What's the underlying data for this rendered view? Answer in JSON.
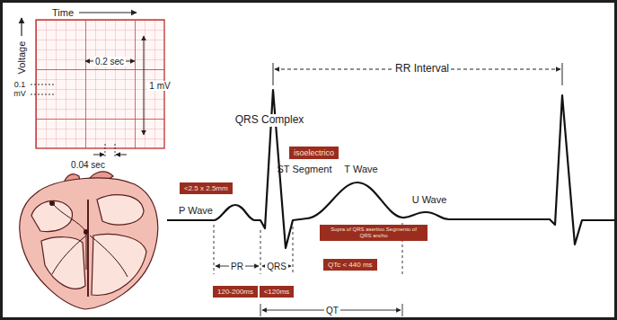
{
  "diagram": {
    "nodes": [
      {
        "text": [
          "isoelectrico"
        ]
      },
      {
        "text": [
          "<2.5 x 2.5mm"
        ]
      },
      {
        "text": [
          "Supra of QRS asertivo Segmento of QRS ancho"
        ]
      },
      {
        "text": [
          "QTc < 440 ms"
        ]
      },
      {
        "text": [
          "120-200ms"
        ]
      },
      {
        "text": [
          "<120ms"
        ]
      }
    ],
    "labels": [
      "Time",
      "Voltage",
      "0.2 sec",
      "1 mV",
      "0.1 mV",
      "0.04 sec",
      "RR Interval",
      "QRS Complex",
      "ST Segment",
      "T Wave",
      "U Wave",
      "P Wave",
      "PR",
      "QRS",
      "QT"
    ]
  }
}
